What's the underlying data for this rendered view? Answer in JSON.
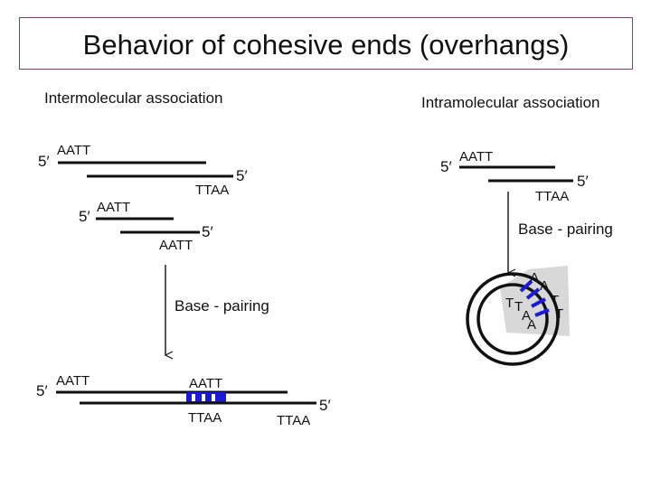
{
  "slide": {
    "title": "Behavior of cohesive ends (overhangs)"
  },
  "intermolecular": {
    "heading": "Intermolecular association",
    "fragment1": {
      "top_seq": "AATT",
      "bottom_seq": "TTAA",
      "top_prime": "5′",
      "bottom_prime": "5′"
    },
    "fragment2": {
      "top_seq": "AATT",
      "bottom_seq": "AATT",
      "top_prime": "5′",
      "bottom_prime": "5′"
    },
    "step_label": "Base - pairing",
    "product": {
      "left_top_seq": "AATT",
      "junction_top_seq": "AATT",
      "junction_bottom_seq": "TTAA",
      "right_bottom_seq": "TTAA",
      "left_prime": "5′",
      "right_prime": "5′"
    }
  },
  "intramolecular": {
    "heading": "Intramolecular association",
    "fragment": {
      "top_seq": "AATT",
      "bottom_seq": "TTAA",
      "top_prime": "5′",
      "bottom_prime": "5′"
    },
    "step_label": "Base - pairing",
    "circle_bases": {
      "outer": [
        "A",
        "A",
        "T",
        "T"
      ],
      "inner": [
        "T",
        "T",
        "A",
        "A"
      ]
    }
  },
  "colors": {
    "base_pair": "#1a1ad8",
    "strand": "#111111",
    "title_border": "#8a3f6e",
    "junction_shade": "#d8d8d8"
  }
}
